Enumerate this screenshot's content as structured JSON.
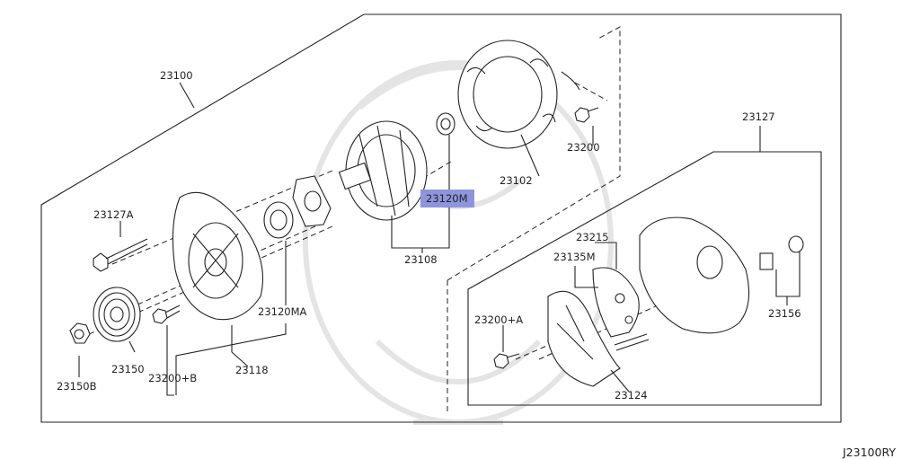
{
  "diagram_code": "J23100RY",
  "highlight_color": "#8e95dd",
  "labels": {
    "alternator_assy": "23100",
    "rear_cover_assy": "23127",
    "stator": "23102",
    "nut": "23200",
    "bearing_rear": "23120M",
    "rotor": "23108",
    "through_bolt": "23127A",
    "bearing_front": "23120MA",
    "pulley": "23150",
    "pulley_nut": "23150B",
    "bolt_b": "23200+B",
    "front_bracket": "23118",
    "brush_holder": "23215",
    "brush_set": "23135M",
    "bolt_a": "23200+A",
    "diode_assy": "23124",
    "terminal_set": "23156"
  }
}
